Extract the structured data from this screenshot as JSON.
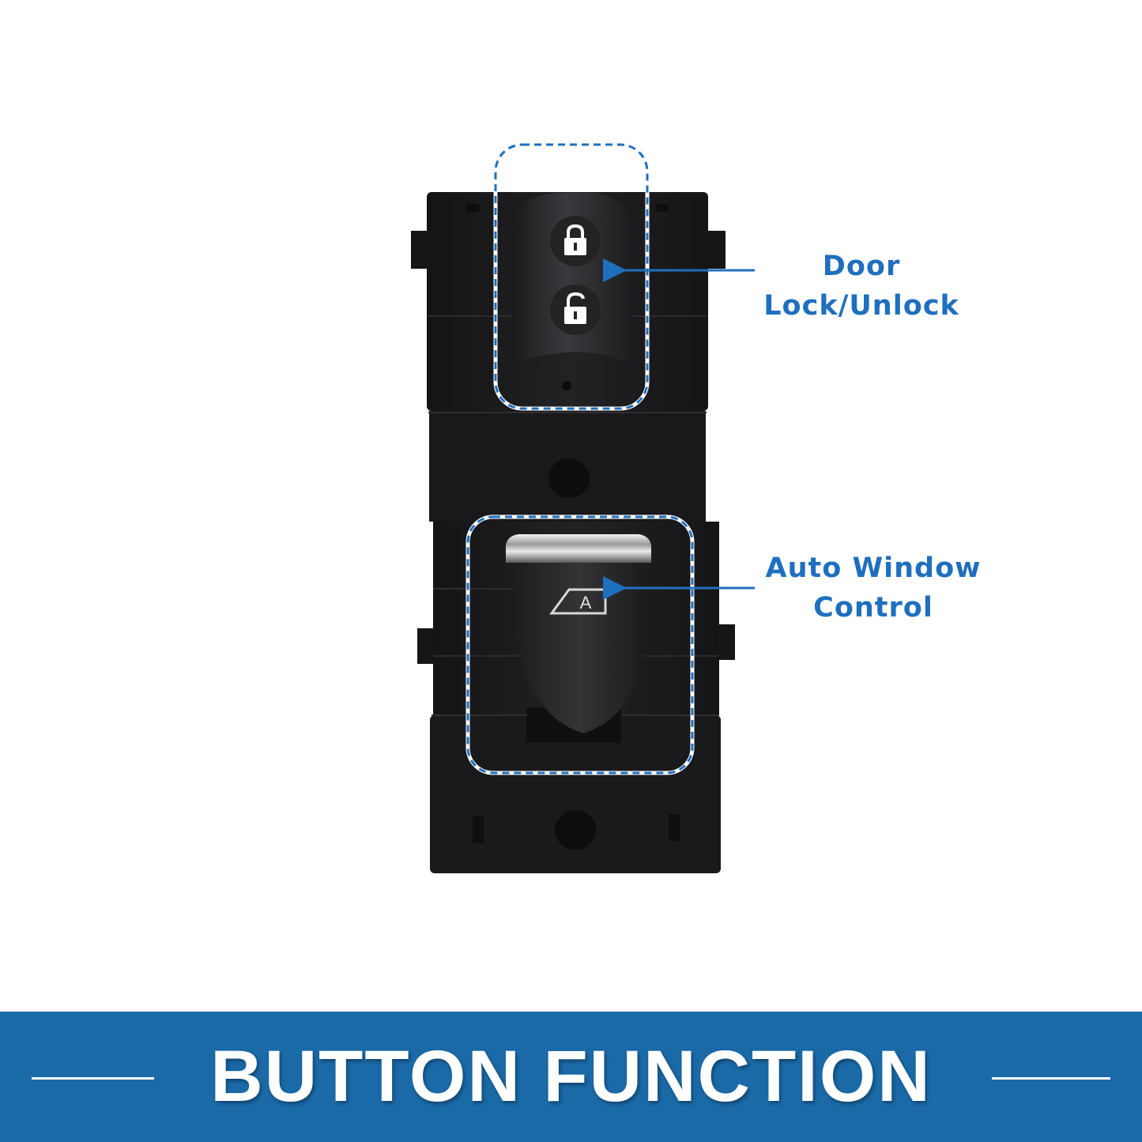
{
  "callouts": {
    "door": {
      "line1": "Door",
      "line2": "Lock/Unlock"
    },
    "window": {
      "line1": "Auto Window",
      "line2": "Control"
    }
  },
  "lock_glyph": "A",
  "banner": {
    "title": "BUTTON FUNCTION"
  },
  "colors": {
    "accent_blue": "#1f6fbf",
    "banner_blue": "#1a6aa8",
    "switch_body": "#1b1b1d",
    "background": "#ffffff"
  },
  "icons": [
    "lock-closed-icon",
    "lock-open-icon",
    "auto-window-icon",
    "arrow-left-icon"
  ]
}
